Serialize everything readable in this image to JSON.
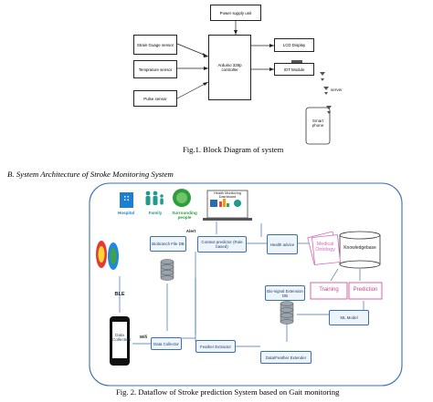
{
  "fig1": {
    "power": "Power supply unit",
    "strain": "Strain Guage sensor",
    "temp": "Temprature sensor",
    "pulse": "Pulse sensor",
    "arduino": "Arduino 328p controller",
    "lcd": "LCD Display",
    "iot": "IOT Module",
    "server": "server",
    "phone": "Smart phone",
    "caption": "Fig.1. Block Diagram of system"
  },
  "section_heading": "B.   System Architecture of Stroke Monitoring System",
  "fig2": {
    "hospital": "Hospital",
    "family": "Family",
    "surrounding": "Surrounding people",
    "dashboard_title": "Health Monitoring Dashboard",
    "alert": "Alert",
    "biometric_db": "Biobranch File DB",
    "context_predictor": "Context predictor (Rule based)",
    "health_advice": "Health advice",
    "medical_ontology": "Medical Ontology",
    "knowledgebase": "Knowledgebase",
    "training": "Training",
    "prediction": "Prediction",
    "ble": "BLE",
    "biosignal_db": "Bio-signal Extension DB",
    "ml_model": "ML Model",
    "data_collection": "Data Collection",
    "wifi": "Wifi",
    "data_collector": "Data Collector",
    "feature_extractor": "Feather Extractor",
    "data_feature_extender": "Data/Feather Extender",
    "caption": "Fig. 2. Dataflow of Stroke prediction System based on Gait monitoring"
  },
  "colors": {
    "frame": "#3a6fb5",
    "hospital": "#1e7fd0",
    "family": "#1f9a8c",
    "surrounding": "#2f9e3a",
    "ontology": "#d36ab8",
    "training": "#c9458f"
  }
}
